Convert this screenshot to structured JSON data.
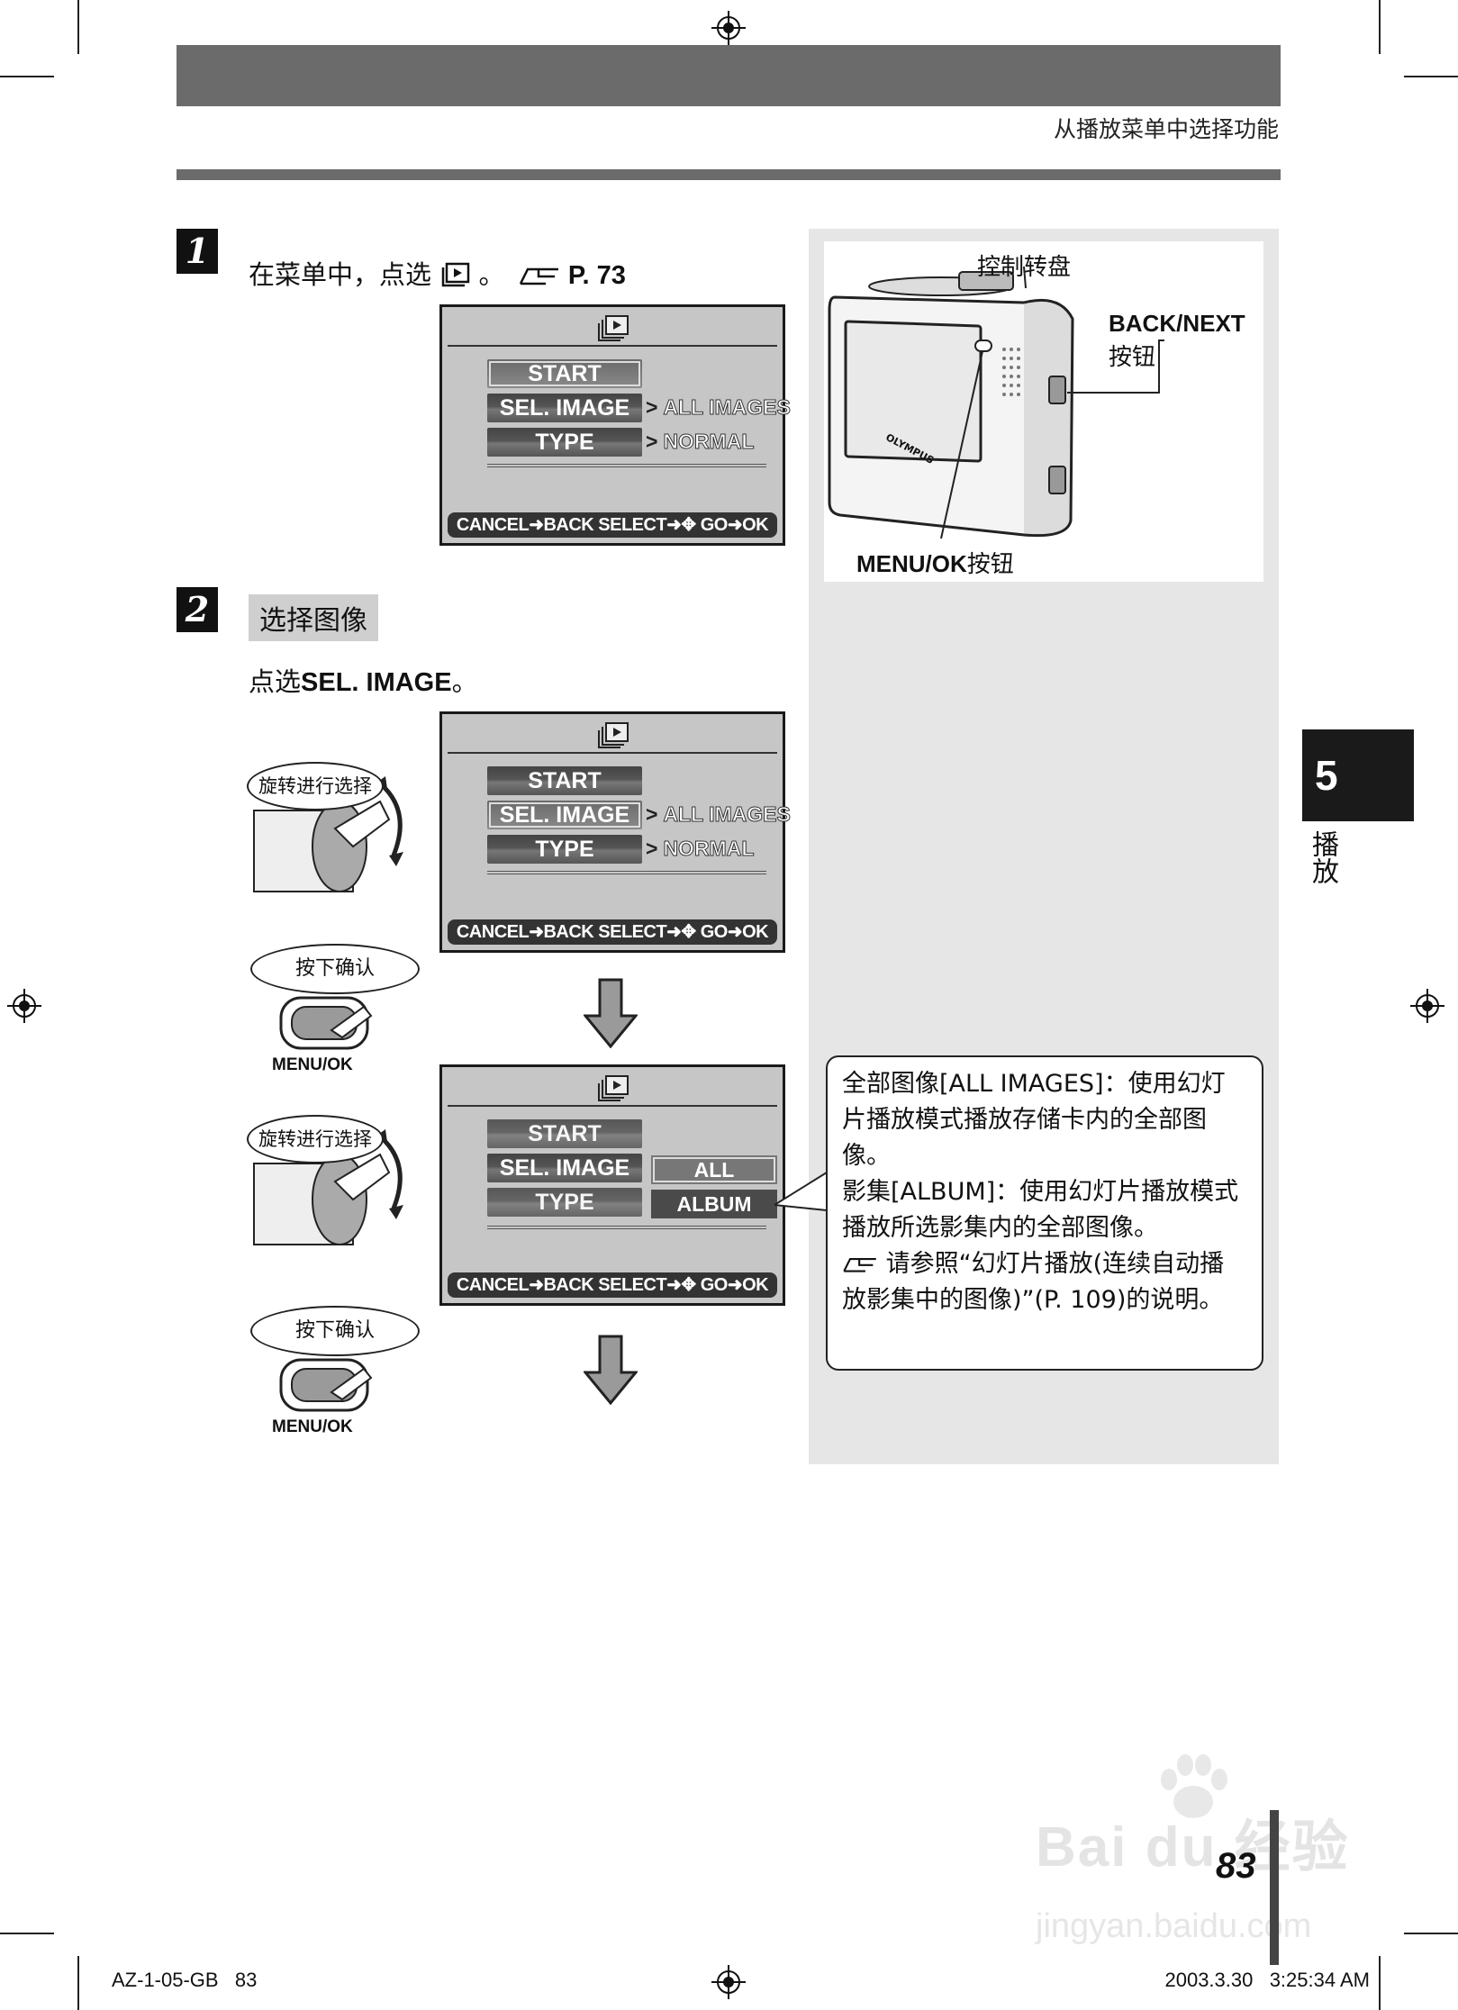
{
  "header": {
    "section_title": "从播放菜单中选择功能"
  },
  "step1": {
    "number": "1",
    "instruction_prefix": "在菜单中，点选",
    "instruction_suffix": "。",
    "page_ref": "P. 73"
  },
  "step2": {
    "number": "2",
    "title": "选择图像",
    "instruction_prefix": "点选",
    "instruction_bold": "SEL. IMAGE",
    "instruction_suffix": "。"
  },
  "lcd": {
    "start": "START",
    "sel_image": "SEL. IMAGE",
    "type": "TYPE",
    "all_images": "ALL IMAGES",
    "normal": "NORMAL",
    "album": "ALBUM",
    "footer": "CANCEL➜BACK SELECT➜✥ GO➜OK"
  },
  "hints": {
    "rotate": "旋转进行选择",
    "press": "按下确认",
    "menu_ok": "MENU/OK"
  },
  "camera_figure": {
    "dial_label": "控制转盘",
    "back_next_bold": "BACK/NEXT",
    "back_next_suffix": "按钮",
    "menu_ok_bold": "MENU/OK",
    "menu_ok_suffix": "按钮",
    "brand": "OLYMPUS"
  },
  "callout": {
    "line1": "全部图像[ALL IMAGES]：使用幻灯片播放模式播放存储卡内的全部图像。",
    "line2": "影集[ALBUM]：使用幻灯片播放模式播放所选影集内的全部图像。",
    "line3": "请参照“幻灯片播放(连续自动播放影集中的图像)”(P. 109)的说明。"
  },
  "chapter_tab": {
    "number": "5",
    "label": "播放"
  },
  "page_number": "83",
  "footer": {
    "left": "AZ-1-05-GB   83",
    "right": "2003.3.30   3:25:34 AM"
  },
  "watermark": {
    "logo": "Bai du 经验",
    "url": "jingyan.baidu.com"
  }
}
